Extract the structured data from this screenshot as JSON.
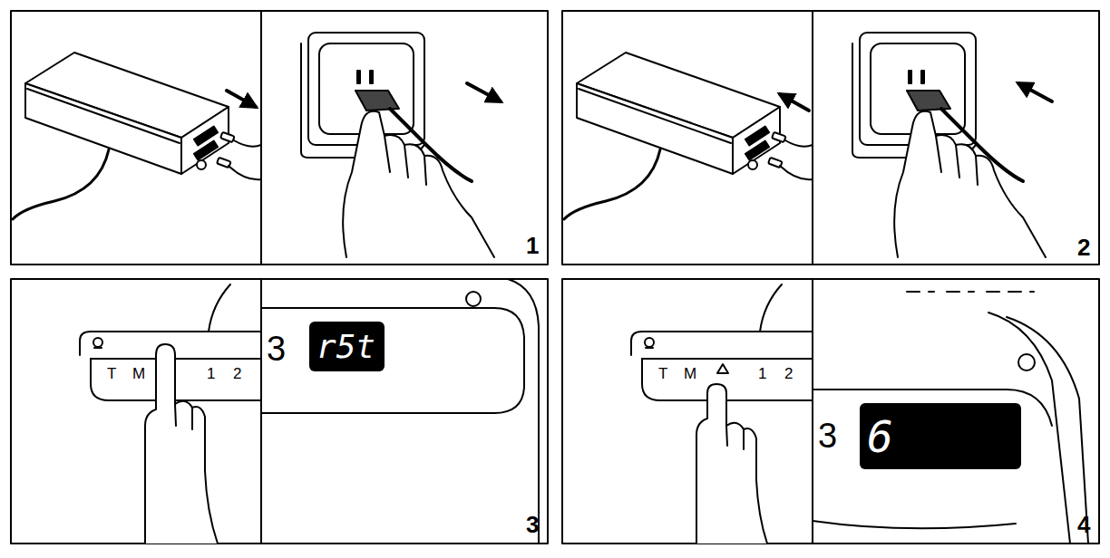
{
  "diagram": {
    "nodes": [
      {
        "text": [
          "r5t"
        ]
      },
      {
        "text": [
          "6"
        ]
      }
    ],
    "labels": [
      "1",
      "2",
      "T",
      "M",
      "1",
      "2",
      "3",
      "3",
      "T",
      "M",
      "1",
      "2",
      "3",
      "4"
    ]
  }
}
